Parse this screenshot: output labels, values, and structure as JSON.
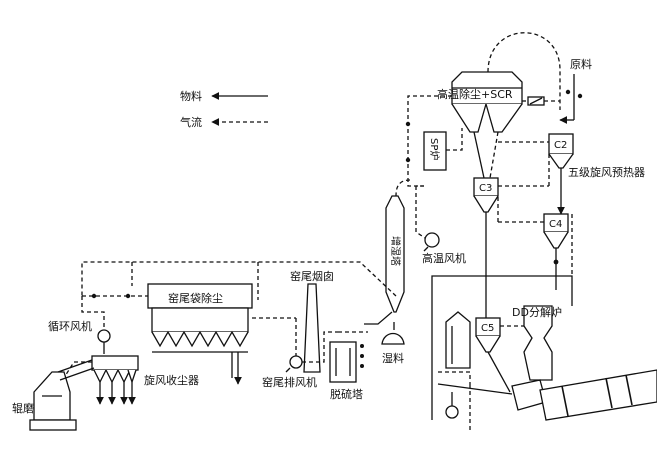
{
  "legend": {
    "material": "物料",
    "gas": "气流"
  },
  "labels": {
    "high_temp_dust_scr": "高温除尘+SCR",
    "raw_material": "原料",
    "sp_boiler": "SP炉",
    "five_stage_preheater": "五级旋风预热器",
    "c2": "C2",
    "c3": "C3",
    "c4": "C4",
    "c5": "C5",
    "conditioning_tower": "增湿塔",
    "high_temp_fan": "高温风机",
    "kiln_tail_stack": "窑尾烟囱",
    "kiln_tail_bag_filter": "窑尾袋除尘",
    "circulation_fan": "循环风机",
    "cyclone_collector": "旋风收尘器",
    "roller_mill": "辊磨",
    "kiln_tail_exhaust_fan": "窑尾排风机",
    "desulfurization_tower": "脱硫塔",
    "wet_material": "湿料",
    "dd_calciner": "DD分解炉"
  }
}
